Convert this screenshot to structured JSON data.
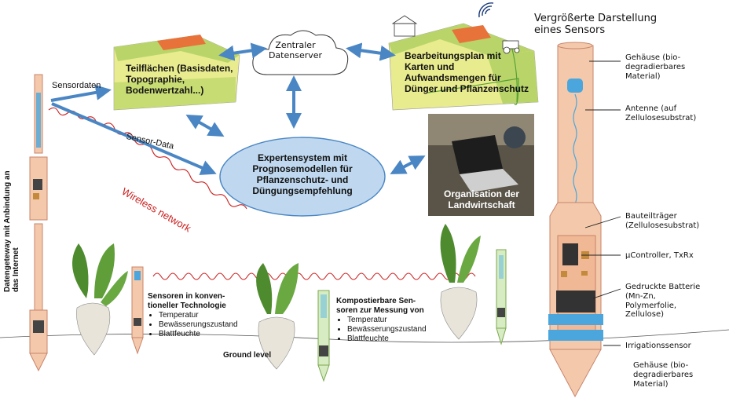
{
  "labels": {
    "sensordaten": "Sensordaten",
    "sensor_data": "Sensor-Data",
    "wireless": "Wireless network",
    "zentraler": "Zentraler",
    "datenserver": "Datenserver",
    "teilflaechen_1": "Teilflächen (Basisdaten,",
    "teilflaechen_2": "Topographie,",
    "teilflaechen_3": "Bodenwertzahl...)",
    "plan_1": "Bearbeitungsplan mit",
    "plan_2": "Karten und",
    "plan_3": "Aufwandsmengen für",
    "plan_4": "Dünger und Pflanzenschutz",
    "expert_1": "Expertensystem mit",
    "expert_2": "Prognosemodellen für",
    "expert_3": "Pflanzenschutz- und",
    "expert_4": "Düngungsempfehlung",
    "org_1": "Organisation der",
    "org_2": "Landwirtschaft",
    "gateway_1": "Datengeteway mit Anbindung an",
    "gateway_2": "das Internet",
    "ground": "Ground level",
    "sens_konv_1": "Sensoren in konven-",
    "sens_konv_2": "tioneller Technologie",
    "sens_komp_1": "Kompostierbare Sen-",
    "sens_komp_2": "soren zur Messung von",
    "title_1": "Vergrößerte Darstellung",
    "title_2": "eines Sensors",
    "gehaeuse_top_1": "Gehäuse (bio-",
    "gehaeuse_top_2": "degradierbares",
    "gehaeuse_top_3": "Material)",
    "antenne_1": "Antenne (auf",
    "antenne_2": "Zellulosesubstrat)",
    "bauteil_1": "Bauteilträger",
    "bauteil_2": "(Zellulosesubstrat)",
    "controller": "µController,  TxRx",
    "batterie_1": "Gedruckte Batterie",
    "batterie_2": "(Mn-Zn,",
    "batterie_3": "Polymerfolie,",
    "batterie_4": "Zellulose)",
    "irrigation": "Irrigationssensor",
    "gehaeuse_bot_1": "Gehäuse (bio-",
    "gehaeuse_bot_2": "degradierbares",
    "gehaeuse_bot_3": "Material)"
  },
  "bullets_konv": [
    "Temperatur",
    "Bewässerungszustand",
    "Blattfeuchte"
  ],
  "bullets_komp": [
    "Temperatur",
    "Bewässerungszustand",
    "Blattfeuchte"
  ],
  "colors": {
    "arrow": "#4a86c4",
    "wireless": "#cc2222",
    "field_green": "#b9d56a",
    "field_yellow": "#e9ec8e",
    "field_red": "#e8733a",
    "expert_fill": "#bfd8ef",
    "sensor_body": "#f4c9ab",
    "sensor_border": "#c8846a",
    "band": "#4aa6dd"
  }
}
